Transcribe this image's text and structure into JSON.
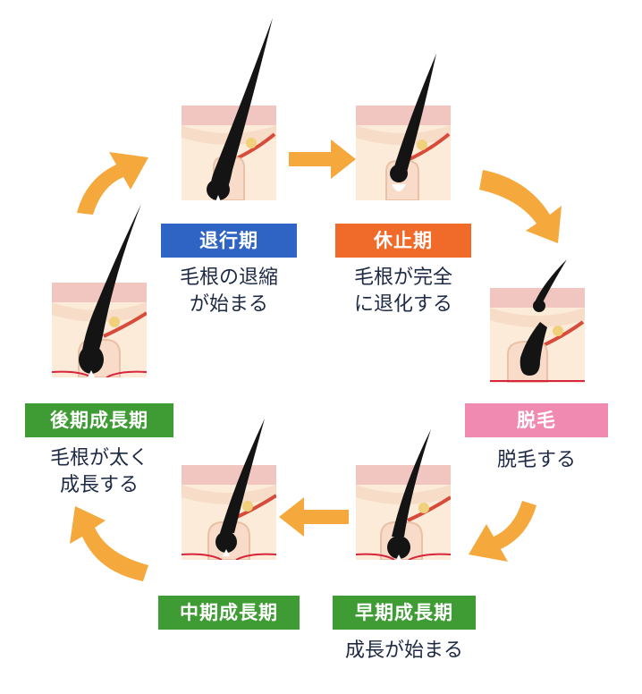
{
  "colors": {
    "arrow": "#f5a83c",
    "hair": "#141414",
    "skin_light": "#fcebd8",
    "skin_pink": "#f2c6c0",
    "skin_top": "#f7dcc7",
    "bulb_white": "#ffffff",
    "vessel": "#d84a3a",
    "gland": "#f0d07a",
    "base_line": "#d8243c"
  },
  "stages": [
    {
      "key": "anagen-late",
      "label": "後期成長期",
      "color": "#3f9c35",
      "desc": [
        "毛根が太く",
        "成長する"
      ]
    },
    {
      "key": "catagen",
      "label": "退行期",
      "color": "#2f64c4",
      "desc": [
        "毛根の退縮",
        "が始まる"
      ]
    },
    {
      "key": "telogen",
      "label": "休止期",
      "color": "#f06a2a",
      "desc": [
        "毛根が完全",
        "に退化する"
      ]
    },
    {
      "key": "exogen",
      "label": "脱毛",
      "color": "#f08ab0",
      "desc": [
        "脱毛する"
      ]
    },
    {
      "key": "anagen-early",
      "label": "早期成長期",
      "color": "#3f9c35",
      "desc": [
        "成長が始まる"
      ]
    },
    {
      "key": "anagen-mid",
      "label": "中期成長期",
      "color": "#3f9c35",
      "desc": []
    }
  ],
  "arrow_icon": "curved-arrow-icon",
  "hair_icon": "hair-follicle-icon"
}
